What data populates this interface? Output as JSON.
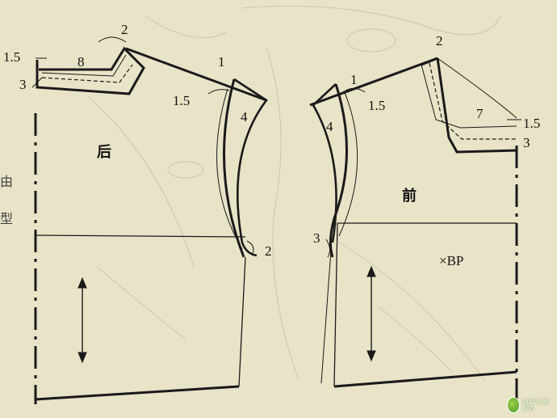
{
  "labels": {
    "back_panel": "后",
    "front_panel": "前",
    "bp_mark": "×BP",
    "side_text_1": "由",
    "side_text_2": "型",
    "back_neck_up": "2",
    "back_neck_width": "8",
    "back_neck_top": "1.5",
    "back_neck_depth": "3",
    "back_shoulder_up": "1",
    "back_shoulder_ext": "1.5",
    "back_armhole_4": "4",
    "back_hem_2": "2",
    "front_neck_up": "2",
    "front_neck_width": "7",
    "front_neck_top": "1.5",
    "front_neck_depth": "3",
    "front_shoulder_up": "1",
    "front_shoulder_ext": "1.5",
    "front_armhole_4": "4",
    "front_side_3": "3"
  },
  "watermark": {
    "text": "DIY手工资料站"
  },
  "colors": {
    "paper": "#e9e3c7",
    "ink": "#1a1a1a",
    "faint": "#b9b49d"
  }
}
